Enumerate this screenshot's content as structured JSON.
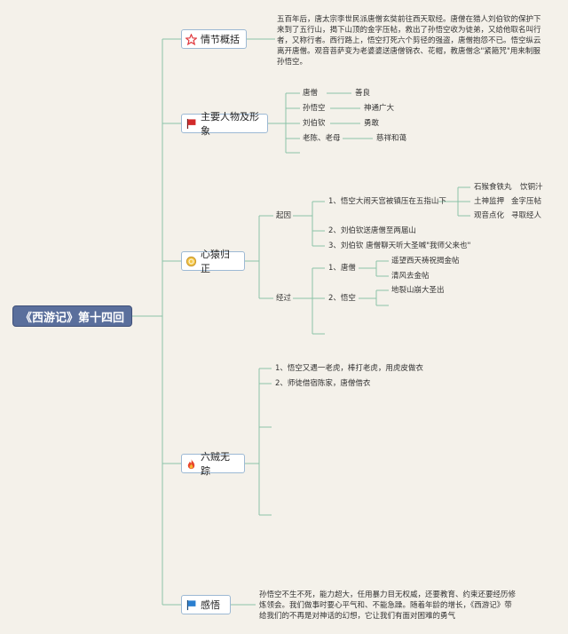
{
  "root": "《西游记》第十四回",
  "topics": {
    "plot": "情节概括",
    "characters": "主要人物及形象",
    "heart": "心猿归正",
    "six_thieves": "六贼无踪",
    "insight": "感悟"
  },
  "plot_text": "五百年后，唐太宗李世民派唐僧玄奘前往西天取经。唐僧在猎人刘伯钦的保护下来到了五行山，揭下山顶的金字压帖，救出了孙悟空收为徒弟，又给他取名叫行者，又称行者。西行路上，悟空打死六个剪径的强盗，唐僧抱怨不已。悟空纵云离开唐僧。观音菩萨变为老婆婆送唐僧锦衣、花帽，教唐僧念\"紧箍咒\"用来制服孙悟空。",
  "characters": [
    {
      "name": "唐僧",
      "trait": "善良"
    },
    {
      "name": "孙悟空",
      "trait": "神通广大"
    },
    {
      "name": "刘伯钦",
      "trait": "勇敢"
    },
    {
      "name": "老陈、老母",
      "trait": "慈祥和蔼"
    }
  ],
  "heart": {
    "cause_label": "起因",
    "cause": [
      "1、悟空大闹天宫被镇压在五指山下",
      "2、刘伯钦送唐僧至两届山",
      "3、刘伯钦 唐僧聊天听大圣喊\"我师父来也\""
    ],
    "cause_sub": [
      [
        "石猴食铁丸",
        "饮铜汁"
      ],
      [
        "土神监押",
        "金字压帖"
      ],
      [
        "观音点化",
        "寻取经人"
      ]
    ],
    "process_label": "经过",
    "process": [
      "1、唐僧",
      "2、悟空"
    ],
    "tangseng_sub": [
      "遥望西天祷祝揭金帖",
      "清风去金帖"
    ],
    "wukong_sub": [
      "地裂山崩大圣出"
    ]
  },
  "six_thieves": [
    "1、悟空又遇一老虎，棒打老虎，用虎皮做衣",
    "2、师徒借宿陈家，唐僧借衣"
  ],
  "insight_text": "孙悟空不生不死，能力超大，任用暴力目无权威，还要教育、约束还要经历修炼领会。我们做事时要心平气和、不能急躁。随着年龄的增长，《西游记》带给我们的不再是对神话的幻想，它让我们有面对困难的勇气",
  "colors": {
    "root_bg": "#5a6f9c",
    "line": "#8bc3a8",
    "star": "#e0393e",
    "flag_red": "#d22a2a",
    "flag_blue": "#2a7fd0",
    "fire": "#e8452c"
  },
  "icons": {
    "plot": "star-icon",
    "characters": "red-flag-icon",
    "heart": "medal-icon",
    "six_thieves": "fire-icon",
    "insight": "blue-flag-icon"
  }
}
